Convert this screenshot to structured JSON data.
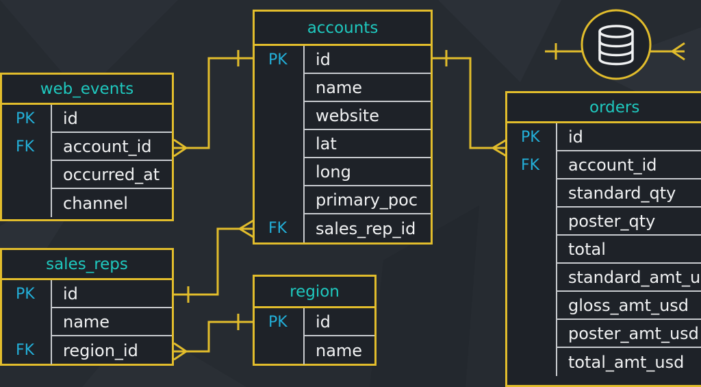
{
  "tables": {
    "accounts": {
      "title": "accounts",
      "rows": [
        {
          "key": "PK",
          "col": "id"
        },
        {
          "key": "",
          "col": "name"
        },
        {
          "key": "",
          "col": "website"
        },
        {
          "key": "",
          "col": "lat"
        },
        {
          "key": "",
          "col": "long"
        },
        {
          "key": "",
          "col": "primary_poc"
        },
        {
          "key": "FK",
          "col": "sales_rep_id"
        }
      ]
    },
    "web_events": {
      "title": "web_events",
      "rows": [
        {
          "key": "PK",
          "col": "id"
        },
        {
          "key": "FK",
          "col": "account_id"
        },
        {
          "key": "",
          "col": "occurred_at"
        },
        {
          "key": "",
          "col": "channel"
        }
      ]
    },
    "sales_reps": {
      "title": "sales_reps",
      "rows": [
        {
          "key": "PK",
          "col": "id"
        },
        {
          "key": "",
          "col": "name"
        },
        {
          "key": "FK",
          "col": "region_id"
        }
      ]
    },
    "region": {
      "title": "region",
      "rows": [
        {
          "key": "PK",
          "col": "id"
        },
        {
          "key": "",
          "col": "name"
        }
      ]
    },
    "orders": {
      "title": "orders",
      "rows": [
        {
          "key": "PK",
          "col": "id"
        },
        {
          "key": "FK",
          "col": "account_id"
        },
        {
          "key": "",
          "col": "standard_qty"
        },
        {
          "key": "",
          "col": "poster_qty"
        },
        {
          "key": "",
          "col": "total"
        },
        {
          "key": "",
          "col": "standard_amt_usd"
        },
        {
          "key": "",
          "col": "gloss_amt_usd"
        },
        {
          "key": "",
          "col": "poster_amt_usd"
        },
        {
          "key": "",
          "col": "total_amt_usd"
        }
      ]
    }
  },
  "legend": {
    "icon": "database-icon",
    "relation": "one-to-many"
  },
  "colors": {
    "border": "#e2bd2c",
    "title": "#1fc9bf",
    "key": "#23b0d9",
    "text": "#f1f2f3",
    "background": "#262b31"
  }
}
